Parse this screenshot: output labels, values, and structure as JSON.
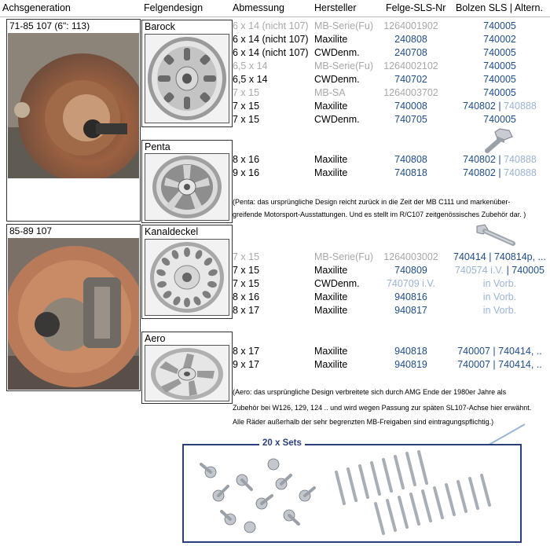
{
  "headers": {
    "achsgeneration": "Achsgeneration",
    "felgendesign": "Felgendesign",
    "abmessung": "Abmessung",
    "hersteller": "Hersteller",
    "felge_nr": "Felge-SLS-Nr",
    "bolzen": "Bolzen SLS | Altern."
  },
  "generations": [
    {
      "label": "71-85   107  (6\": 113)"
    },
    {
      "label": "85-89   107"
    }
  ],
  "wheels": {
    "barock": {
      "name": "Barock",
      "rows": [
        {
          "dim": "6 x 14 (nicht 107)",
          "man": "MB-Serie(Fu)",
          "nr": "1264001902",
          "b1": "740005",
          "sep": "",
          "b2": "",
          "st": [
            "grey",
            "grey",
            "grey",
            "blue",
            "",
            ""
          ]
        },
        {
          "dim": "6 x 14 (nicht 107)",
          "man": "Maxilite",
          "nr": "240808",
          "b1": "740002",
          "sep": "",
          "b2": "",
          "st": [
            "black",
            "black",
            "blue",
            "blue",
            "",
            ""
          ]
        },
        {
          "dim": "6 x 14 (nicht 107)",
          "man": "CWDenm.",
          "nr": "240708",
          "b1": "740005",
          "sep": "",
          "b2": "",
          "st": [
            "black",
            "black",
            "blue",
            "blue",
            "",
            ""
          ]
        },
        {
          "dim": "6,5 x 14",
          "man": "MB-Serie(Fu)",
          "nr": "1264002102",
          "b1": "740005",
          "sep": "",
          "b2": "",
          "st": [
            "grey",
            "grey",
            "grey",
            "blue",
            "",
            ""
          ]
        },
        {
          "dim": "6,5 x 14",
          "man": "CWDenm.",
          "nr": "740702",
          "b1": "740005",
          "sep": "",
          "b2": "",
          "st": [
            "black",
            "black",
            "blue",
            "blue",
            "",
            ""
          ]
        },
        {
          "dim": "7 x 15",
          "man": "MB-SA",
          "nr": "1264003702",
          "b1": "740005",
          "sep": "",
          "b2": "",
          "st": [
            "grey",
            "grey",
            "grey",
            "blue",
            "",
            ""
          ]
        },
        {
          "dim": "7 x 15",
          "man": "Maxilite",
          "nr": "740008",
          "b1": "740802",
          "sep": " | ",
          "b2": "740888",
          "st": [
            "black",
            "black",
            "blue",
            "blue",
            "blue",
            "lblue"
          ]
        },
        {
          "dim": "7 x 15",
          "man": "CWDenm.",
          "nr": "740705",
          "b1": "740005",
          "sep": "",
          "b2": "",
          "st": [
            "black",
            "black",
            "blue",
            "blue",
            "",
            ""
          ]
        }
      ]
    },
    "penta": {
      "name": "Penta",
      "rows": [
        {
          "dim": "8 x 16",
          "man": "Maxilite",
          "nr": "740808",
          "b1": "740802",
          "sep": " | ",
          "b2": "740888",
          "st": [
            "black",
            "black",
            "blue",
            "blue",
            "blue",
            "lblue"
          ]
        },
        {
          "dim": "9 x 16",
          "man": "Maxilite",
          "nr": "740818",
          "b1": "740802",
          "sep": " | ",
          "b2": "740888",
          "st": [
            "black",
            "black",
            "blue",
            "blue",
            "blue",
            "lblue"
          ]
        }
      ],
      "note1": "(Penta: das ursprüngliche Design reicht zurück in die Zeit der MB C111 und markenüber-",
      "note2": "greifende Motorsport-Ausstattungen. Und es  stellt im R/C107 zeitgenössisches Zubehör dar. )"
    },
    "kanaldeckel": {
      "name": "Kanaldeckel",
      "rows": [
        {
          "dim": "7 x 15",
          "man": "MB-Serie(Fu)",
          "nr": "1264003002",
          "b1": "740414",
          "sep": " | ",
          "b2": "740814p, ...",
          "st": [
            "grey",
            "grey",
            "grey",
            "blue",
            "blue",
            "blue"
          ]
        },
        {
          "dim": "7 x 15",
          "man": "Maxilite",
          "nr": "740809",
          "b1": "740574 i.V.",
          "sep": " | ",
          "b2": "740005",
          "st": [
            "black",
            "black",
            "blue",
            "lblue",
            "blue",
            "blue"
          ]
        },
        {
          "dim": "7 x 15",
          "man": "CWDenm.",
          "nr": "740709 i.V.",
          "b1": "in Vorb.",
          "sep": "",
          "b2": "",
          "st": [
            "black",
            "black",
            "lblue",
            "lblue",
            "",
            ""
          ]
        },
        {
          "dim": "8 x 16",
          "man": "Maxilite",
          "nr": "940816",
          "b1": "in Vorb.",
          "sep": "",
          "b2": "",
          "st": [
            "black",
            "black",
            "blue",
            "lblue",
            "",
            ""
          ]
        },
        {
          "dim": "8 x 17",
          "man": "Maxilite",
          "nr": "940817",
          "b1": "in Vorb.",
          "sep": "",
          "b2": "",
          "st": [
            "black",
            "black",
            "blue",
            "lblue",
            "",
            ""
          ]
        }
      ]
    },
    "aero": {
      "name": "Aero",
      "rows": [
        {
          "dim": "8 x 17",
          "man": "Maxilite",
          "nr": "940818",
          "b1": "740007",
          "sep": " | ",
          "b2": "740414, ..",
          "st": [
            "black",
            "black",
            "blue",
            "blue",
            "blue",
            "blue"
          ]
        },
        {
          "dim": "9 x 17",
          "man": "Maxilite",
          "nr": "940819",
          "b1": "740007",
          "sep": " | ",
          "b2": "740414, ..",
          "st": [
            "black",
            "black",
            "blue",
            "blue",
            "blue",
            "blue"
          ]
        }
      ],
      "note1": "(Aero: das ursprüngliche Design verbreitete sich durch AMG Ende der 1980er Jahre als",
      "note2": "Zubehör bei W126, 129, 124 .. und wird wegen Passung zur späten SL107-Achse hier erwähnt.",
      "note3": "Alle Räder außerhalb der sehr begrenzten MB-Freigaben sind eintragungspflichtig.)"
    }
  },
  "sets_label": "20 x Sets",
  "colors": {
    "blue": "#1f4e8c",
    "light_blue": "#9ab4d6",
    "grey_text": "#a8a8a8",
    "set_border": "#2b3f7e"
  }
}
